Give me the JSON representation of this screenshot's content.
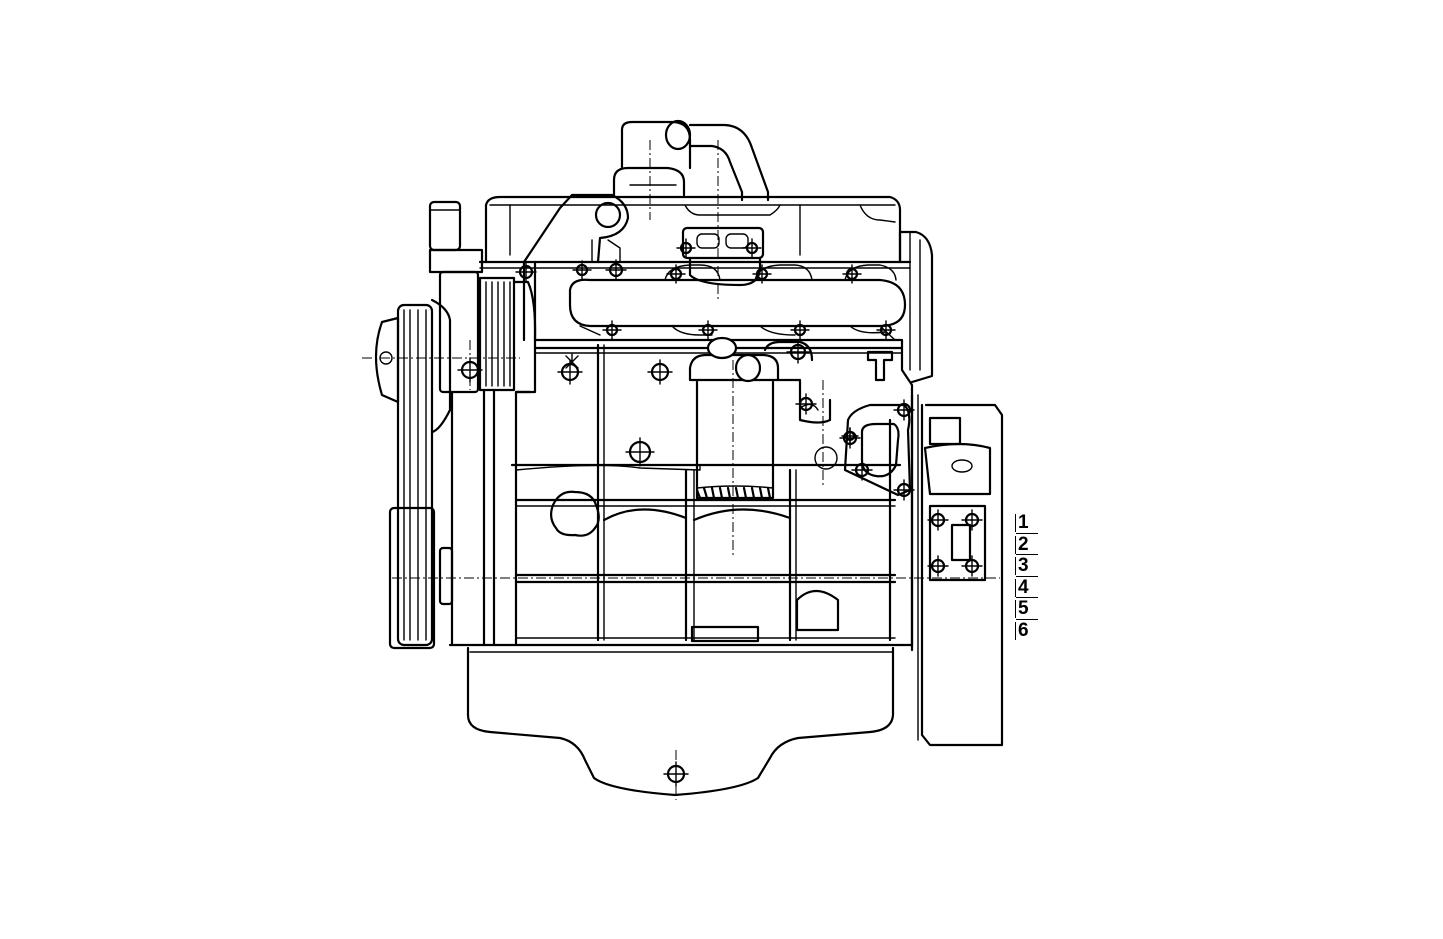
{
  "drawing": {
    "subject": "engine",
    "view": "side",
    "line_color": "#000000",
    "background": "#ffffff",
    "icons": [
      "bolt-marker-icon"
    ]
  },
  "scale_marks": {
    "labels": [
      "1",
      "2",
      "3",
      "4",
      "5",
      "6"
    ]
  }
}
